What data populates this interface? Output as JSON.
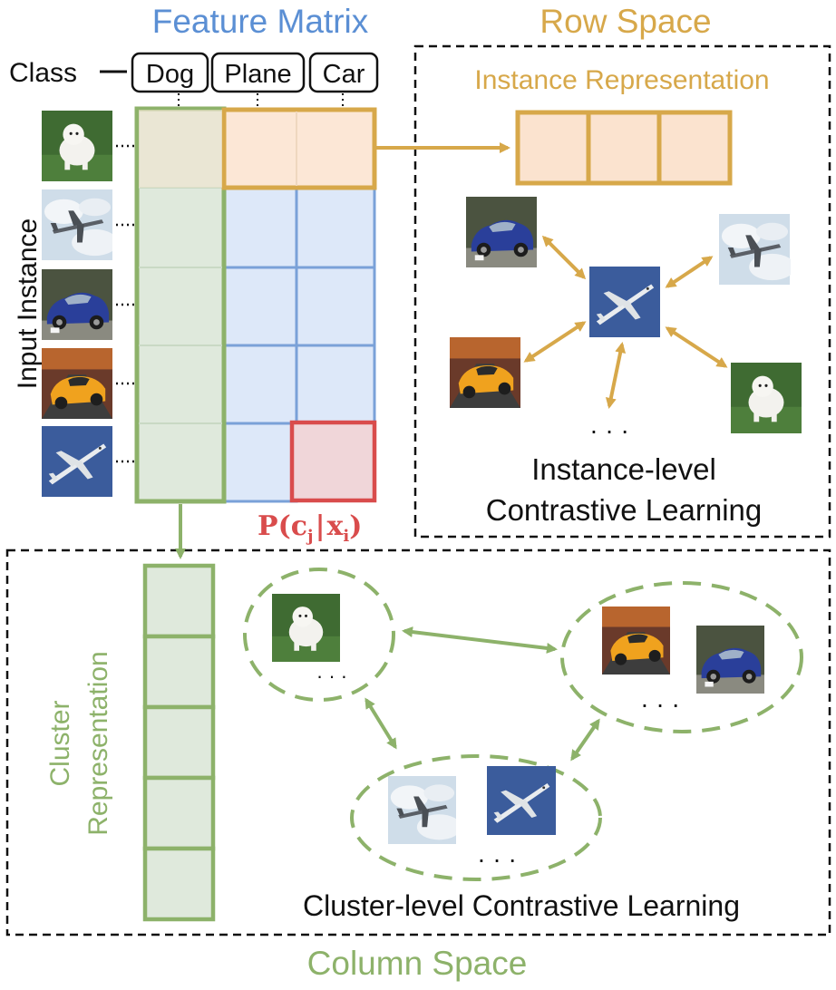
{
  "colors": {
    "blue_title": "#5b8fd4",
    "gold": "#d7a84a",
    "green": "#8db26a",
    "red": "#d94c4c",
    "black": "#111111",
    "row_fill": "#fbe3cf",
    "cell_fill": "#dde8f9",
    "col_fill": "#dfe9dc",
    "cell_stroke": "#7aa1d8"
  },
  "titles": {
    "feature_matrix": "Feature Matrix",
    "row_space": "Row Space",
    "column_space": "Column Space"
  },
  "class_row": {
    "label": "Class",
    "classes": [
      "Dog",
      "Plane",
      "Car"
    ]
  },
  "input_instance_label": "Input Instance",
  "instance_representation_label": "Instance Representation",
  "probability_label": {
    "P": "P",
    "open": "(",
    "c": "c",
    "c_sub": "j",
    "bar": "|",
    "x": "x",
    "x_sub": "i",
    "close": ")"
  },
  "instance_panel": {
    "ellipsis": "· · ·",
    "caption_line1": "Instance-level",
    "caption_line2": "Contrastive Learning"
  },
  "cluster_panel": {
    "label_line1": "Cluster",
    "label_line2": "Representation",
    "ellipsis": "· · ·",
    "caption": "Cluster-level Contrastive Learning"
  },
  "icons": [
    "dog-image",
    "plane-image",
    "car-blue-image",
    "car-yellow-image",
    "plane-dark-image"
  ]
}
